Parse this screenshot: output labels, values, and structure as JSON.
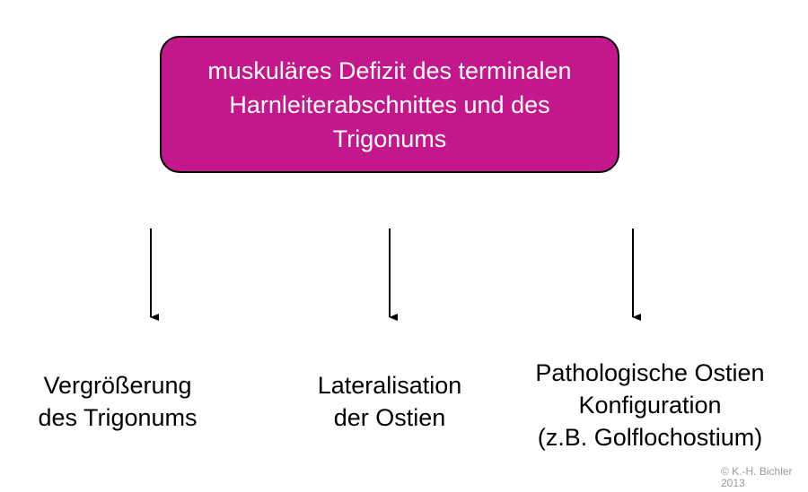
{
  "colors": {
    "box_fill": "#c2188b",
    "box_text": "#ffffff",
    "text": "#000000",
    "copyright": "#9a9a9a"
  },
  "top_box": {
    "lines": [
      "muskuläres Defizit des terminalen",
      "Harnleiterabschnittes und des",
      "Trigonums"
    ]
  },
  "results": [
    {
      "lines": [
        "Vergrößerung",
        "des Trigonums"
      ]
    },
    {
      "lines": [
        "Lateralisation",
        "der Ostien"
      ]
    },
    {
      "lines": [
        "Pathologische Ostien",
        "Konfiguration",
        "(z.B. Golflochostium)"
      ]
    }
  ],
  "copyright": {
    "line1": "© K.-H. Bichler",
    "line2": "2013"
  }
}
